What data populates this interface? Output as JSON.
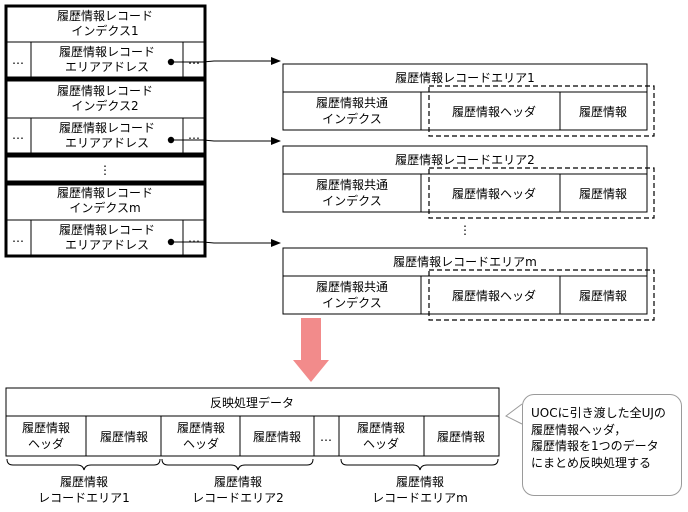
{
  "index_table": {
    "records": [
      {
        "name": "履歴情報レコード\nインデクス1",
        "address": "履歴情報レコード\nエリアアドレス"
      },
      {
        "name": "履歴情報レコード\nインデクス2",
        "address": "履歴情報レコード\nエリアアドレス"
      },
      {
        "name": "履歴情報レコード\nインデクスm",
        "address": "履歴情報レコード\nエリアアドレス"
      }
    ],
    "ellipsis_h": "…",
    "ellipsis_v": "⋮"
  },
  "areas": [
    {
      "title": "履歴情報レコードエリア1",
      "common_index": "履歴情報共通\nインデクス",
      "header": "履歴情報ヘッダ",
      "info": "履歴情報"
    },
    {
      "title": "履歴情報レコードエリア2",
      "common_index": "履歴情報共通\nインデクス",
      "header": "履歴情報ヘッダ",
      "info": "履歴情報"
    },
    {
      "title": "履歴情報レコードエリアm",
      "common_index": "履歴情報共通\nインデクス",
      "header": "履歴情報ヘッダ",
      "info": "履歴情報"
    }
  ],
  "areas_ellipsis": "⋮",
  "reflection": {
    "title": "反映処理データ",
    "cells": [
      {
        "header": "履歴情報\nヘッダ",
        "info": "履歴情報"
      },
      {
        "header": "履歴情報\nヘッダ",
        "info": "履歴情報"
      },
      {
        "header": "履歴情報\nヘッダ",
        "info": "履歴情報"
      }
    ],
    "ellipsis": "…",
    "brace_labels": [
      "履歴情報\nレコードエリア1",
      "履歴情報\nレコードエリア2",
      "履歴情報\nレコードエリアm"
    ]
  },
  "note": "UOCに引き渡した全UJの\n履歴情報ヘッダ，\n履歴情報を1つのデータ\nにまとめ反映処理する",
  "colors": {
    "arrow": "#f28b8b",
    "line": "#000000",
    "note_border": "#9a9a9a"
  }
}
